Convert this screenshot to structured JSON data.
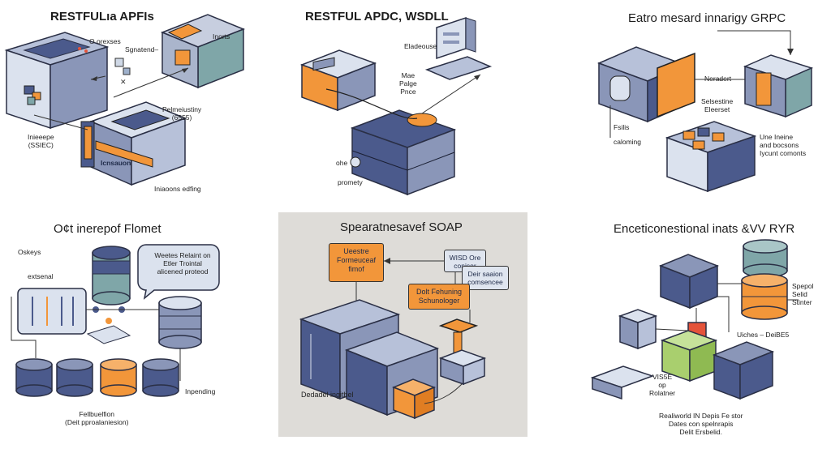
{
  "colors": {
    "navy": "#4b5a8c",
    "steel": "#8a96b8",
    "light": "#dbe2ee",
    "orange": "#f2963a",
    "teal": "#7fa6a8",
    "green": "#a9cf6e",
    "red": "#e4533a",
    "soapBg": "#dedcd8"
  },
  "p1": {
    "title": "RESTFULıa APFIs",
    "labels": [
      "O orexses",
      "Sgnatend–",
      "Inorts",
      "Inieeepe\n(SSIEC)",
      "Pelmeiustiny\n(6555)",
      "Iniaoons edfing",
      "Icnsauon"
    ]
  },
  "p2": {
    "title": "RESTFUL  APDC, WSDLL",
    "labels": [
      "Eladeouse",
      "Mae\nPalge\nPnce",
      "ohe ",
      "promety"
    ]
  },
  "p3": {
    "title": "Eatro mesard innarigy GRPC",
    "labels": [
      "Neradert",
      "Selsestine\nEleerset",
      "Une Ineine\nand bocsons\nIycunt comonts",
      "Fsilis",
      "caloming"
    ]
  },
  "p4": {
    "title": "O¢t inerepof Flomet",
    "labels": [
      "Oskeys",
      "extsenal",
      "Fellbuelfion\n(Deit pproalaniesion)",
      "Inpending"
    ],
    "bubble": "Weetes Relaint on\nEtler Trointal\nalicened proteod"
  },
  "p5": {
    "title": "Spearatnesavef SOAP",
    "boxes": [
      "Ueestre\nFormeuceaf\nfimof",
      "WISD Ore\nconisor",
      "Deir saaion\ncomsencee",
      "Dolt Fehuning\nSchunologer"
    ],
    "labels": [
      "Dedadel ingithel"
    ]
  },
  "p6": {
    "title": "Enceticonestional inats &VV RYR",
    "labels": [
      "Spepol\nSelid\nStinter",
      "Uiches – DeiBE5",
      "VIS5E\nop\nRolatner",
      "Realiworld IN Depis Fe stor\nDates con spelnrapis\nDelit Ersbelid."
    ]
  }
}
